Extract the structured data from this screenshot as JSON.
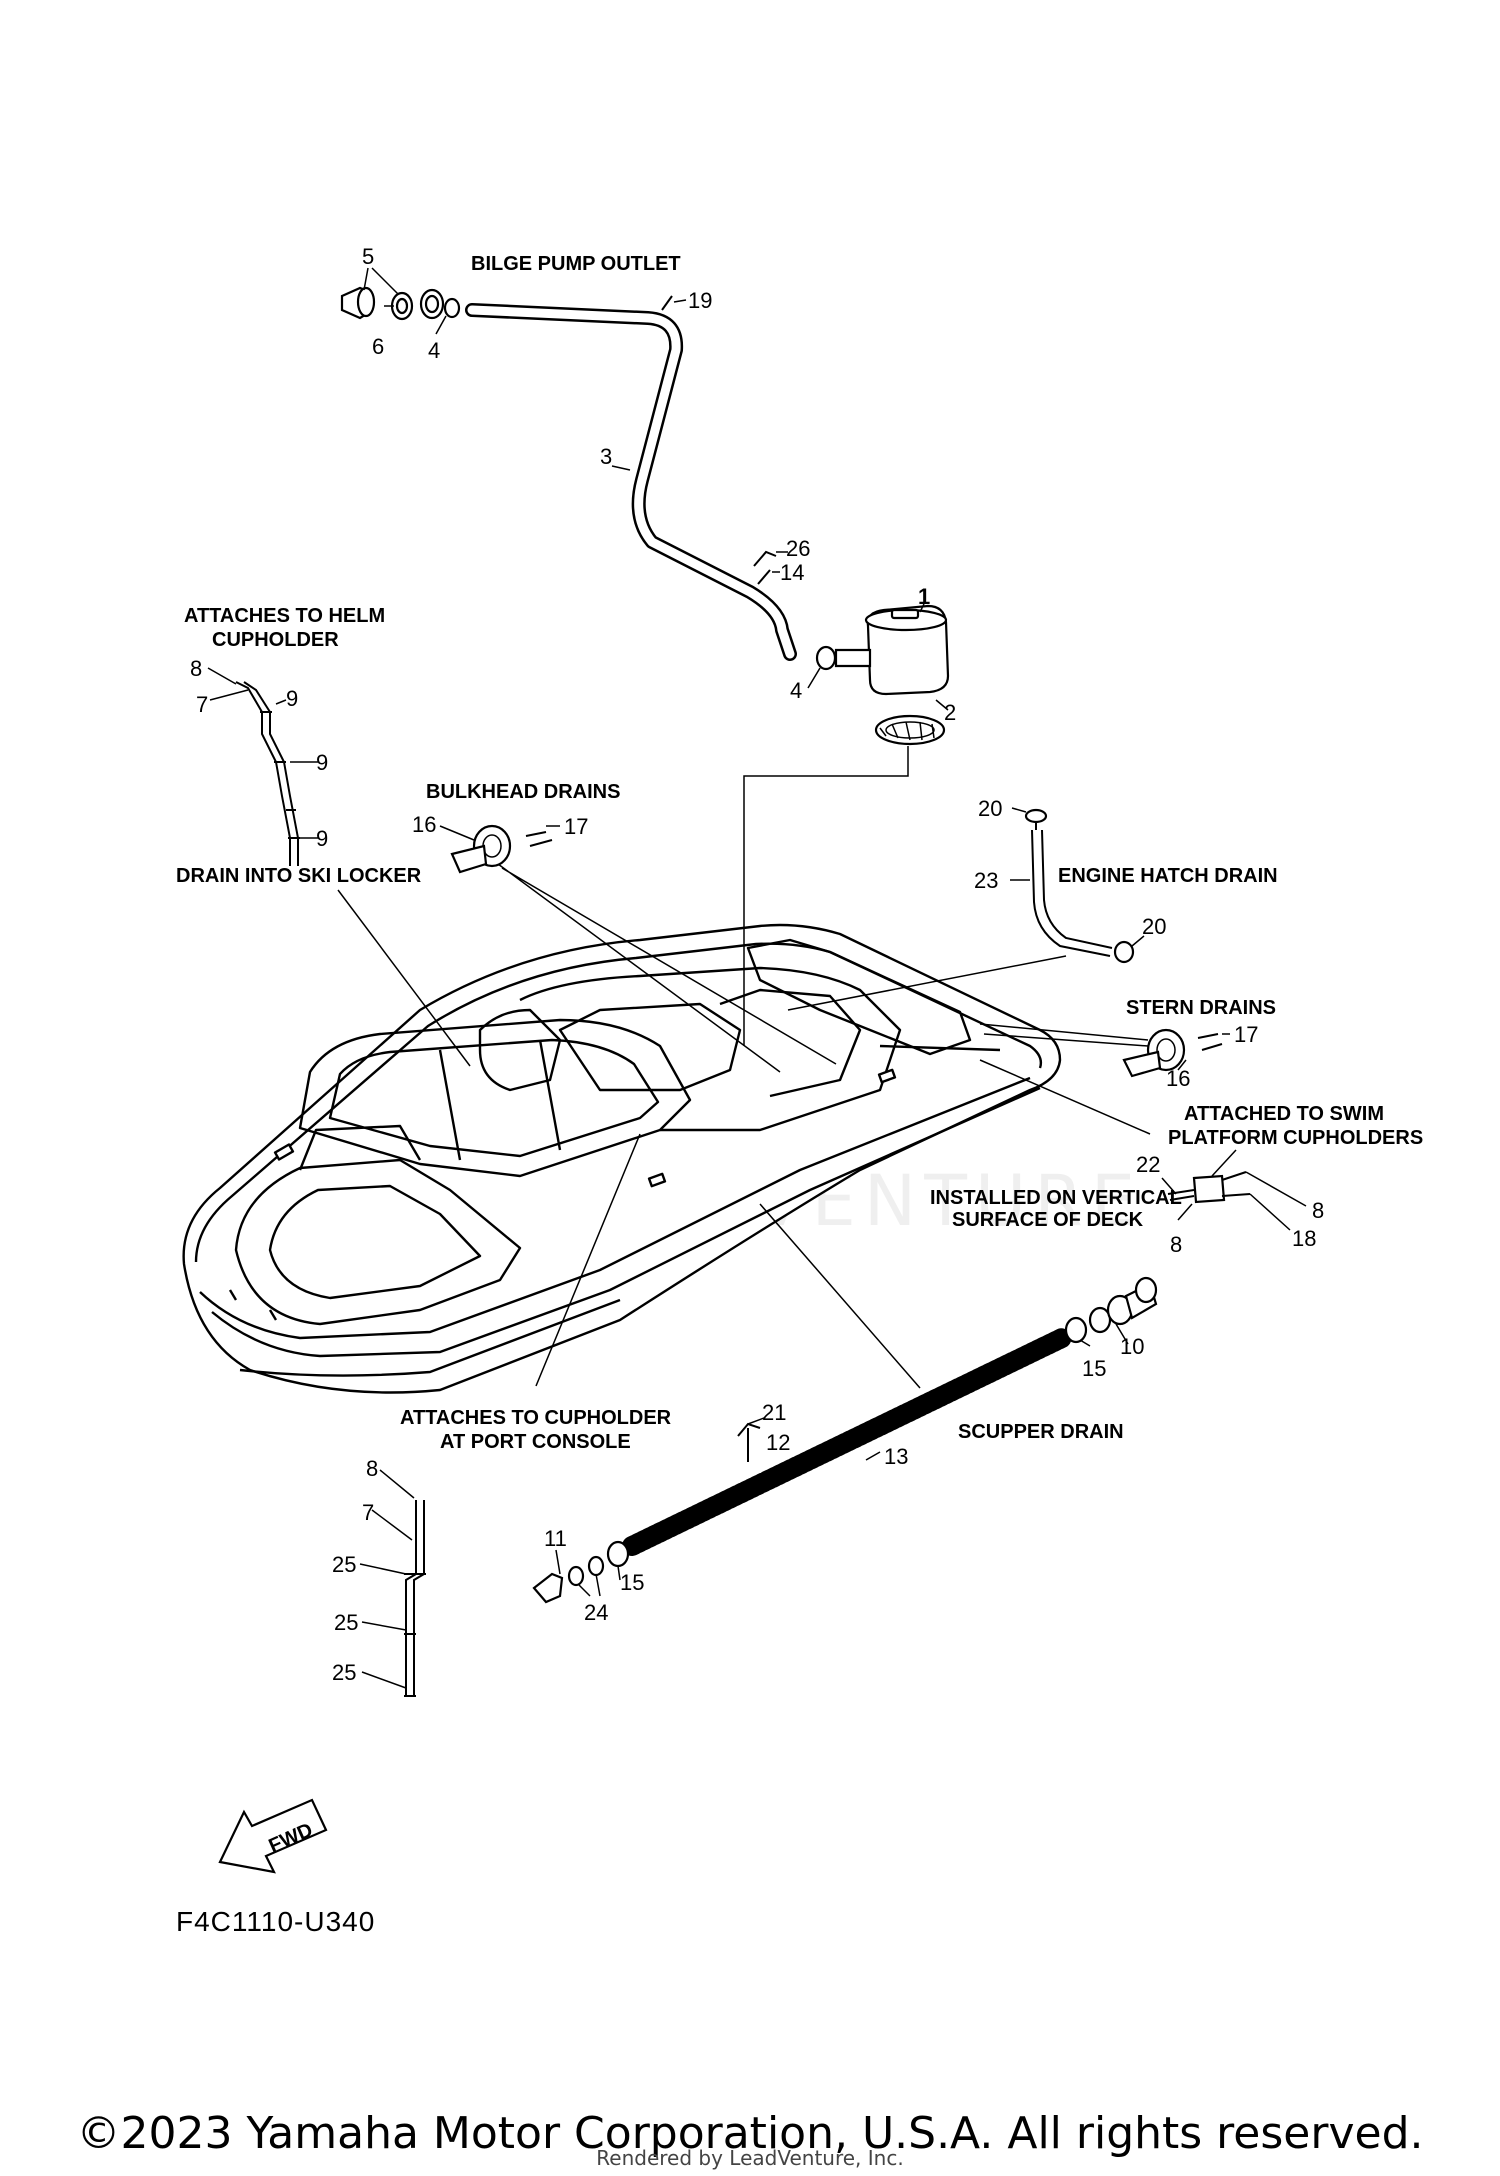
{
  "labels": {
    "bilge_pump_outlet": "BILGE PUMP OUTLET",
    "helm_cupholder_1": "ATTACHES TO HELM",
    "helm_cupholder_2": "CUPHOLDER",
    "bulkhead_drains": "BULKHEAD DRAINS",
    "drain_ski_locker": "DRAIN INTO SKI LOCKER",
    "engine_hatch_drain": "ENGINE HATCH DRAIN",
    "stern_drains": "STERN DRAINS",
    "swim_platform_1": "ATTACHED TO SWIM",
    "swim_platform_2": "PLATFORM CUPHOLDERS",
    "vertical_surface_1": "INSTALLED ON VERTICAL",
    "vertical_surface_2": "SURFACE OF DECK",
    "port_console_1": "ATTACHES TO CUPHOLDER",
    "port_console_2": "AT PORT CONSOLE",
    "scupper_drain": "SCUPPER DRAIN",
    "fwd": "FWD"
  },
  "part_numbers": {
    "n1": "1",
    "n2": "2",
    "n3": "3",
    "n4a": "4",
    "n4b": "4",
    "n5": "5",
    "n6": "6",
    "n7a": "7",
    "n7b": "7",
    "n8a": "8",
    "n8b": "8",
    "n8c": "8",
    "n8d": "8",
    "n9a": "9",
    "n9b": "9",
    "n9c": "9",
    "n10": "10",
    "n11": "11",
    "n12": "12",
    "n13": "13",
    "n14": "14",
    "n15a": "15",
    "n15b": "15",
    "n16a": "16",
    "n16b": "16",
    "n17a": "17",
    "n17b": "17",
    "n18": "18",
    "n19": "19",
    "n20a": "20",
    "n20b": "20",
    "n21": "21",
    "n22": "22",
    "n23": "23",
    "n24": "24",
    "n25a": "25",
    "n25b": "25",
    "n25c": "25",
    "n26": "26"
  },
  "diagram_code": "F4C1110-U340",
  "copyright": "©2023 Yamaha Motor Corporation, U.S.A. All rights reserved.",
  "rendered_by": "Rendered by LeadVenture, Inc.",
  "watermark": "LEADVENTURE"
}
